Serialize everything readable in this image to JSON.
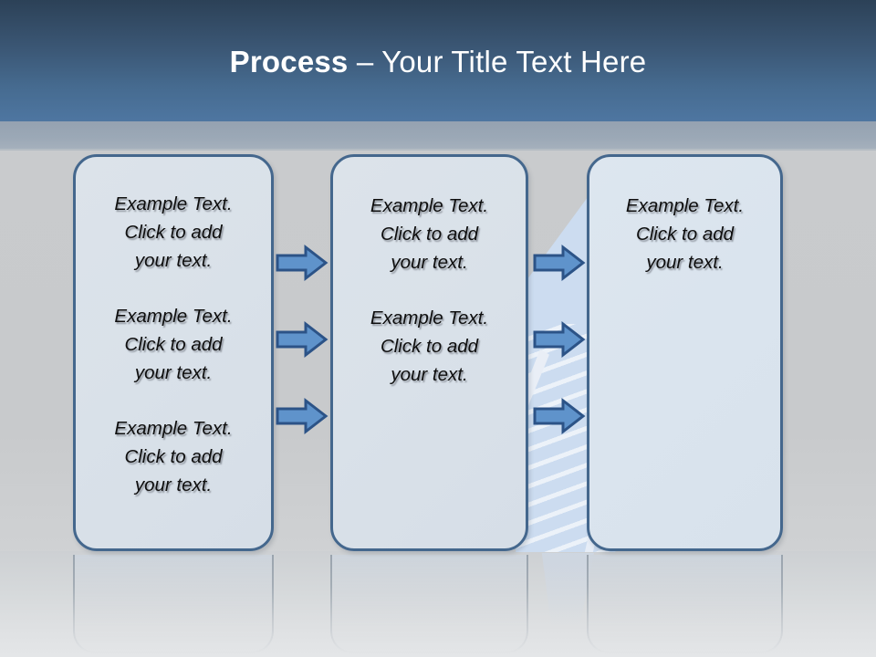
{
  "slide": {
    "title": {
      "bold_part": "Process",
      "rest_part": " – Your Title Text Here"
    },
    "colors": {
      "header_top": "#2c4157",
      "header_bottom": "#4e76a1",
      "header_band": "#9ba8b6",
      "background": "#c9cbcd",
      "card_fill": "#d9e1e9",
      "card_border": "#44678d",
      "arrow_fill": "#5f93cb",
      "arrow_border": "#2c5387",
      "text": "#0e0e0e",
      "deco_wedge": "#ccdcf0"
    }
  },
  "columns": [
    {
      "name": "column-1",
      "blocks": [
        "Example Text.\nClick  to add\nyour text.",
        "Example Text.\nClick  to add\nyour text.",
        "Example Text.\nClick  to add\nyour text."
      ]
    },
    {
      "name": "column-2",
      "blocks": [
        "Example Text.\nClick  to add\nyour text.",
        "Example Text.\nClick  to add\nyour text."
      ]
    },
    {
      "name": "column-3",
      "blocks": [
        "Example Text.\nClick  to add\nyour text."
      ]
    }
  ],
  "connectors": {
    "group_1": {
      "name": "arrows-column-1-to-2",
      "count": 3,
      "direction": "right"
    },
    "group_2": {
      "name": "arrows-column-2-to-3",
      "count": 3,
      "direction": "right"
    }
  }
}
